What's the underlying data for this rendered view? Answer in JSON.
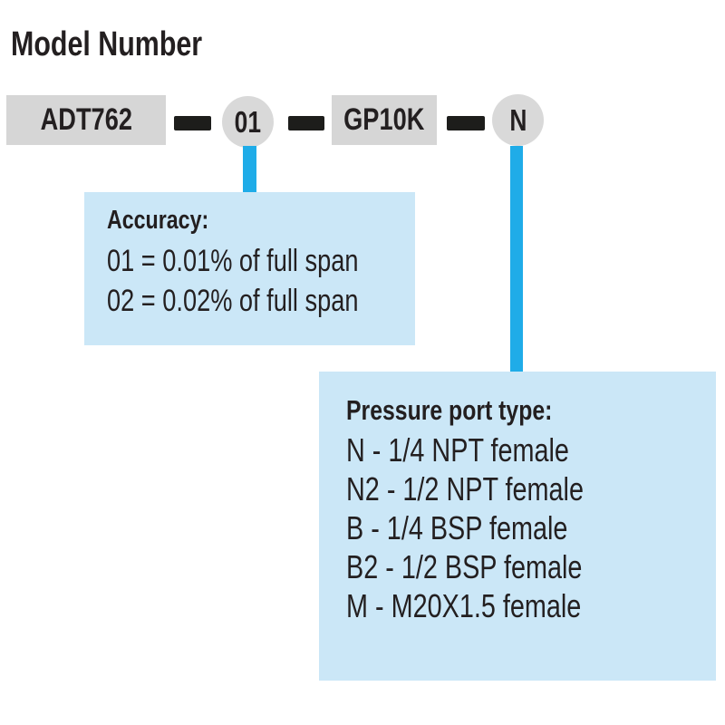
{
  "title": "Model Number",
  "colors": {
    "accent": "#1FACE8",
    "callout_bg": "#CBE7F7",
    "box_bg": "#D6D6D6",
    "circle_bg": "#D9D9D9",
    "connector": "#1D1D1B",
    "text": "#231F20"
  },
  "model_row": {
    "segments": [
      {
        "type": "box",
        "label": "ADT762"
      },
      {
        "type": "circle",
        "label": "01"
      },
      {
        "type": "box",
        "label": "GP10K"
      },
      {
        "type": "circle",
        "label": "N"
      }
    ]
  },
  "accuracy_callout": {
    "title": "Accuracy:",
    "options": [
      "01 = 0.01% of full span",
      "02 = 0.02% of full span"
    ]
  },
  "pressure_port_callout": {
    "title": "Pressure port type:",
    "options": [
      "N - 1/4 NPT female",
      "N2 - 1/2 NPT female",
      "B - 1/4 BSP female",
      "B2 - 1/2 BSP female",
      "M - M20X1.5 female"
    ]
  }
}
